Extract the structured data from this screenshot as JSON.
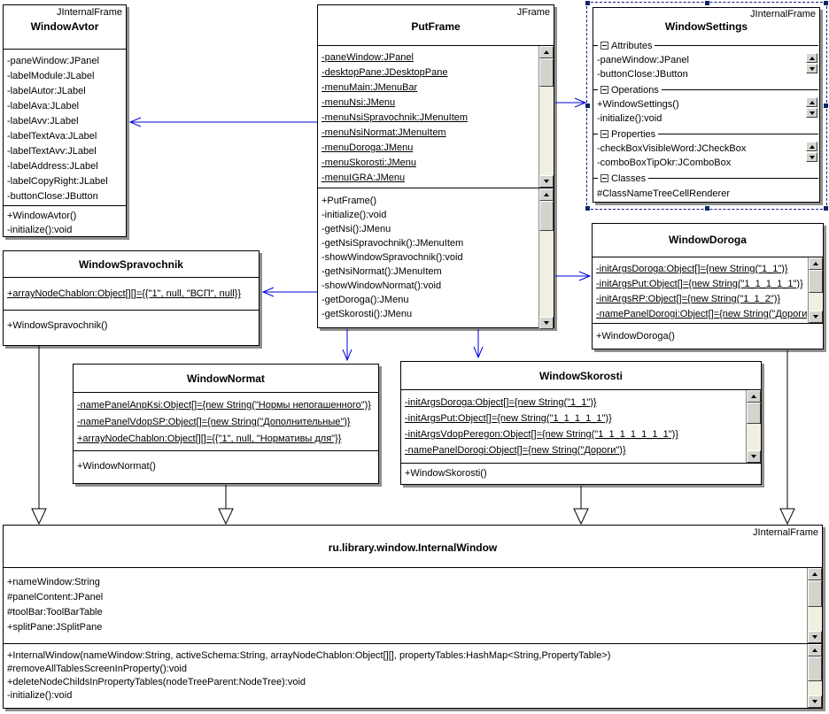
{
  "diagram_title": "UML class diagram",
  "colors": {
    "association_blue": "#0000dd",
    "generalization_black": "#000000",
    "selection_navy": "#0a246a",
    "shadow_gray": "#8f8f8f",
    "background": "#ffffff"
  },
  "icons": {
    "collapse": "box-minus-icon",
    "scroll_up": "arrow-up-icon",
    "scroll_down": "arrow-down-icon"
  },
  "boxes": {
    "window_avtor": {
      "stereotype": "JInternalFrame",
      "title": "WindowAvtor",
      "attributes": [
        "-paneWindow:JPanel",
        "-labelModule:JLabel",
        "-labelAutor:JLabel",
        "-labelAva:JLabel",
        "-labelAvv:JLabel",
        "-labelTextAva:JLabel",
        "-labelTextAvv:JLabel",
        "-labelAddress:JLabel",
        "-labelCopyRight:JLabel",
        "-buttonClose:JButton"
      ],
      "operations": [
        "+WindowAvtor()",
        "-initialize():void"
      ]
    },
    "put_frame": {
      "stereotype": "JFrame",
      "title": "PutFrame",
      "attributes": [
        "-paneWindow:JPanel",
        "-desktopPane:JDesktopPane",
        "-menuMain:JMenuBar",
        "-menuNsi:JMenu",
        "-menuNsiSpravochnik:JMenuItem",
        "-menuNsiNormat:JMenuItem",
        "-menuDoroga:JMenu",
        "-menuSkorosti:JMenu",
        "-menuIGRA:JMenu"
      ],
      "operations": [
        "+PutFrame()",
        "-initialize():void",
        "-getNsi():JMenu",
        "-getNsiSpravochnik():JMenuItem",
        "-showWindowSpravochnik():void",
        "-getNsiNormat():JMenuItem",
        "-showWindowNormat():void",
        "-getDoroga():JMenu",
        "-getSkorosti():JMenu"
      ]
    },
    "window_settings": {
      "stereotype": "JInternalFrame",
      "title": "WindowSettings",
      "sections": [
        {
          "label": "Attributes",
          "rows": [
            "-paneWindow:JPanel",
            "-buttonClose:JButton"
          ]
        },
        {
          "label": "Operations",
          "rows": [
            "+WindowSettings()",
            "-initialize():void"
          ]
        },
        {
          "label": "Properties",
          "rows": [
            "-checkBoxVisibleWord:JCheckBox",
            "-comboBoxTipOkr:JComboBox"
          ]
        },
        {
          "label": "Classes",
          "rows": [
            "#ClassNameTreeCellRenderer"
          ]
        }
      ]
    },
    "window_spravochnik": {
      "title": "WindowSpravochnik",
      "attributes": [
        "+arrayNodeChablon:Object[][]={{\"1\", null, \"ВСП\", null}}"
      ],
      "operations": [
        "+WindowSpravochnik()"
      ]
    },
    "window_doroga": {
      "title": "WindowDoroga",
      "attributes": [
        "-initArgsDoroga:Object[]={new String(\"1_1\")}",
        "-initArgsPut:Object[]={new String(\"1_1_1_1_1\")}",
        "-initArgsRP:Object[]={new String(\"1_1_2\")}",
        "-namePanelDorogi:Object[]={new String(\"Дороги\")}"
      ],
      "operations": [
        "+WindowDoroga()"
      ]
    },
    "window_normat": {
      "title": "WindowNormat",
      "attributes": [
        "-namePanelAnpKsi:Object[]={new String(\"Нормы непогашенного\")}",
        "-namePanelVdopSP:Object[]={new String(\"Дополнительные\")}",
        "+arrayNodeChablon:Object[][]={{\"1\", null, \"Нормативы для\"}}"
      ],
      "operations": [
        "+WindowNormat()"
      ]
    },
    "window_skorosti": {
      "title": "WindowSkorosti",
      "attributes": [
        "-initArgsDoroga:Object[]={new String(\"1_1\")}",
        "-initArgsPut:Object[]={new String(\"1_1_1_1_1\")}",
        "-initArgsVdopPeregon:Object[]={new String(\"1_1_1_1_1_1_1\")}",
        "-namePanelDorogi:Object[]={new String(\"Дороги\")}"
      ],
      "operations": [
        "+WindowSkorosti()"
      ]
    },
    "internal_window": {
      "stereotype": "JInternalFrame",
      "title": "ru.library.window.InternalWindow",
      "attributes": [
        "+nameWindow:String",
        "#panelContent:JPanel",
        "#toolBar:ToolBarTable",
        "+splitPane:JSplitPane"
      ],
      "operations": [
        "+InternalWindow(nameWindow:String, activeSchema:String, arrayNodeChablon:Object[][], propertyTables:HashMap<String,PropertyTable>)",
        "#removeAllTablesScreenInProperty():void",
        "+deleteNodeChildsInPropertyTables(nodeTreeParent:NodeTree):void",
        "-initialize():void"
      ]
    }
  }
}
